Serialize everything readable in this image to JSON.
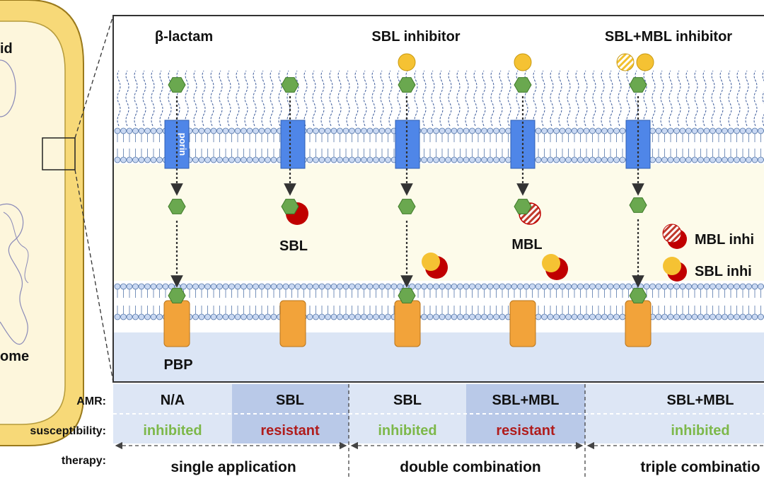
{
  "cell": {
    "plasmid_label": "id",
    "chromosome_label": "ome"
  },
  "therapies": [
    {
      "label": "β-lactam"
    },
    {
      "label": "SBL inhibitor"
    },
    {
      "label": "SBL+MBL inhibitor"
    }
  ],
  "enzyme_labels": {
    "sbl": "SBL",
    "mbl": "MBL",
    "pbp": "PBP",
    "porin": "porin"
  },
  "legend": [
    {
      "label": "MBL inhi",
      "icon": "striped-mbl-inhibitor-icon"
    },
    {
      "label": "SBL inhi",
      "icon": "sbl-inhibitor-bound-icon"
    }
  ],
  "table": {
    "row_labels": {
      "amr": "AMR:",
      "susceptibility": "susceptibility:",
      "therapy": "therapy:"
    },
    "columns": [
      {
        "amr": "N/A",
        "susceptibility": "inhibited",
        "status": "inhibited"
      },
      {
        "amr": "SBL",
        "susceptibility": "resistant",
        "status": "resistant"
      },
      {
        "amr": "SBL",
        "susceptibility": "inhibited",
        "status": "inhibited"
      },
      {
        "amr": "SBL+MBL",
        "susceptibility": "resistant",
        "status": "resistant"
      },
      {
        "amr": "SBL+MBL",
        "susceptibility": "inhibited",
        "status": "inhibited"
      }
    ],
    "therapy_groups": [
      {
        "label": "single application"
      },
      {
        "label": "double combination"
      },
      {
        "label": "triple combinatio"
      }
    ]
  },
  "colors": {
    "inhibited": "#7db84a",
    "resistant": "#b01c1c",
    "drug": "#6aa84f",
    "porin": "#4f86e8",
    "pbp": "#f2a33a",
    "sbl_enzyme": "#c00000",
    "inhibitor": "#f5c233",
    "periplasm": "#fdfbea",
    "cytoplasm": "#dbe5f5",
    "table_highlight": "#b9c9e8",
    "table_light": "#dde6f5"
  }
}
